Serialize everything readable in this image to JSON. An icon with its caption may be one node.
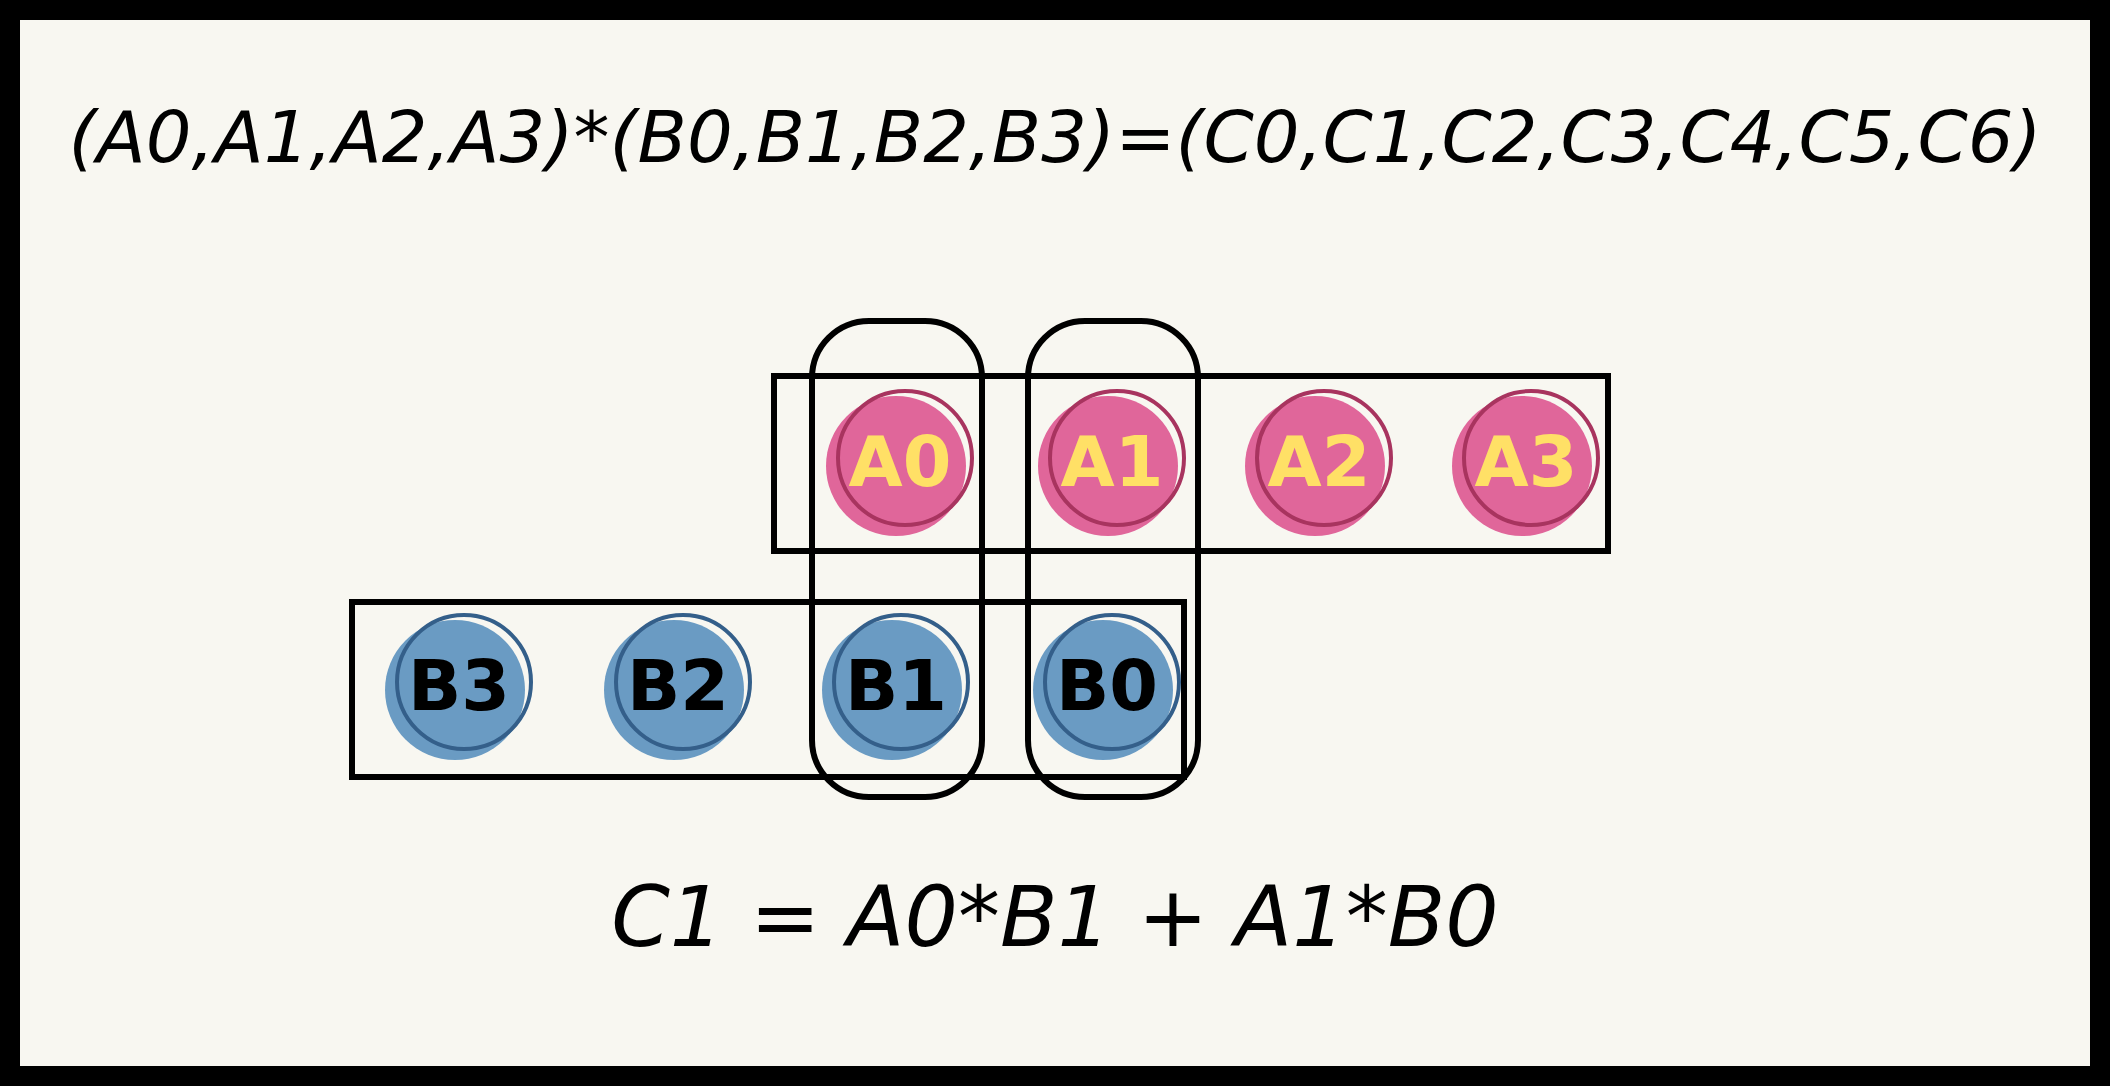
{
  "diagram": {
    "title": "(A0,A1,A2,A3)*(B0,B1,B2,B3)=(C0,C1,C2,C3,C4,C5,C6)",
    "caption": "C1 = A0*B1 + A1*B0",
    "nodes": [
      {
        "text": [],
        "shape": "box"
      },
      {
        "text": [],
        "shape": "box"
      },
      {
        "text": [],
        "shape": "box"
      },
      {
        "text": [
          "A0"
        ]
      },
      {
        "text": [
          "A1"
        ]
      },
      {
        "text": [
          "A2"
        ],
        "in": 2
      },
      {
        "text": [
          "A3"
        ],
        "in": 2
      },
      {
        "text": [],
        "shape": "box"
      },
      {
        "text": [
          "B3"
        ],
        "in": 7
      },
      {
        "text": [
          "B2"
        ],
        "in": 7
      },
      {
        "text": [
          "B1"
        ]
      },
      {
        "text": [
          "B0"
        ]
      }
    ]
  }
}
